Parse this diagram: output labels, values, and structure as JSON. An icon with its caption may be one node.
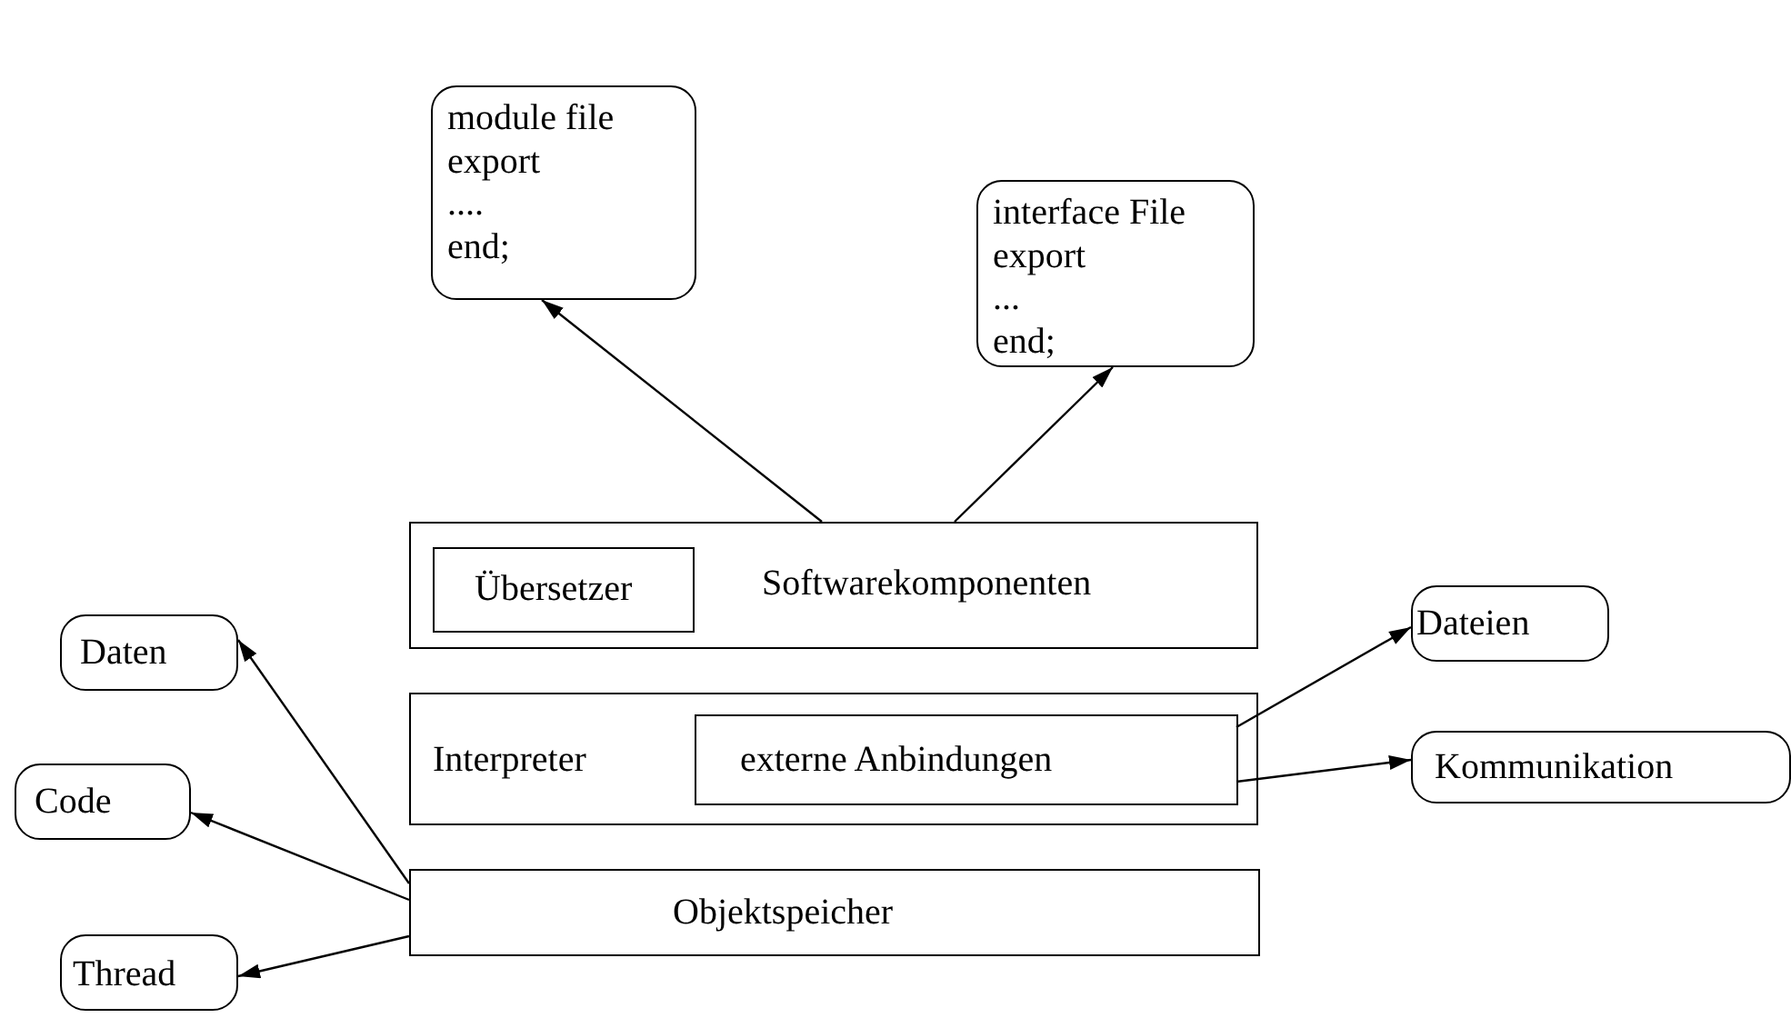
{
  "diagram": {
    "nodes": [
      {
        "text": [
          "module file",
          "export",
          "....",
          "end;"
        ]
      },
      {
        "text": [
          "interface File",
          "export",
          "...",
          "end;"
        ]
      },
      {
        "text": [
          "Softwarekomponenten"
        ]
      },
      {
        "text": [
          "Übersetzer"
        ],
        "in": 2
      },
      {
        "text": [
          "Daten"
        ]
      },
      {
        "text": [
          "Dateien"
        ]
      },
      {
        "text": [
          "Interpreter"
        ]
      },
      {
        "text": [
          "externe Anbindungen"
        ],
        "in": 6
      },
      {
        "text": [
          "Code"
        ]
      },
      {
        "text": [
          "Kommunikation"
        ]
      },
      {
        "text": [
          "Objektspeicher"
        ]
      },
      {
        "text": [
          "Thread"
        ]
      }
    ],
    "edges": [
      {
        "from": 2,
        "to": 0,
        "arrow": "to"
      },
      {
        "from": 2,
        "to": 1,
        "arrow": "to"
      },
      {
        "from": 7,
        "to": 5,
        "arrow": "to"
      },
      {
        "from": 7,
        "to": 9,
        "arrow": "to"
      },
      {
        "from": 10,
        "to": 4,
        "arrow": "to"
      },
      {
        "from": 10,
        "to": 8,
        "arrow": "to"
      },
      {
        "from": 10,
        "to": 11,
        "arrow": "to"
      }
    ]
  }
}
